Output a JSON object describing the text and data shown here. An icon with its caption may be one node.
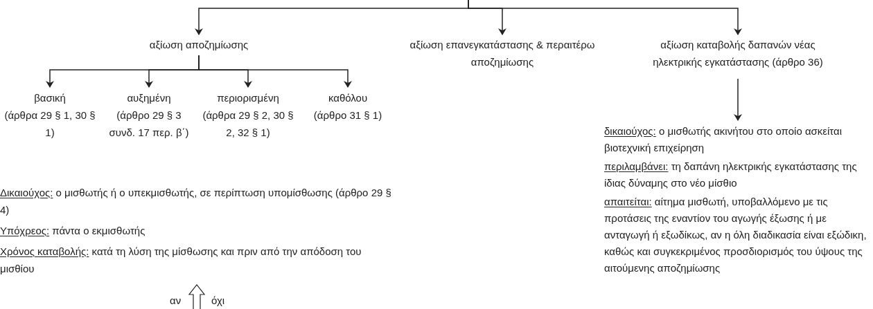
{
  "diagram": {
    "nodes": [
      {
        "text": [
          "αξίωση αποζημίωσης"
        ]
      },
      {
        "text": [
          "αξίωση επανεγκατάστασης & περαιτέρω αποζημίωσης"
        ]
      },
      {
        "text": [
          "αξίωση καταβολής δαπανών νέας ηλεκτρικής εγκατάστασης (άρθρο 36)"
        ]
      },
      {
        "text": [
          "βασική",
          "(άρθρα 29 § 1, 30 § 1)"
        ]
      },
      {
        "text": [
          "αυξημένη",
          "(άρθρο 29 § 3 συνδ. 17 περ. β΄)"
        ]
      },
      {
        "text": [
          "περιορισμένη",
          "(άρθρα 29 § 2, 30 § 2, 32 § 1)"
        ]
      },
      {
        "text": [
          "καθόλου",
          "(άρθρο 31 § 1)"
        ]
      },
      {
        "text": [
          "Δικαιούχος:",
          "ο μισθωτής ή ο υπεκμισθωτής, σε περίπτωση υπομίσθωσης (άρθρο 29 § 4)",
          "Υπόχρεος:",
          "πάντα ο εκμισθωτής",
          "Χρόνος καταβολής:",
          "κατά τη λύση της μίσθωσης και πριν από την απόδοση του μισθίου"
        ]
      },
      {
        "text": [
          "δικαιούχος:",
          "ο μισθωτής ακινήτου στο οποίο ασκείται βιοτεχνική επιχείρηση",
          "περιλαμβάνει:",
          "τη δαπάνη ηλεκτρικής εγκατάστασης της ίδιας δύναμης στο νέο μίσθιο",
          "απαιτείται:",
          "αίτημα μισθωτή, υποβαλλόμενο με τις προτάσεις της εναντίον του αγωγής έξωσης ή με ανταγωγή ή εξωδίκως, αν η όλη διαδικασία είναι εξώδικη, καθώς και συγκεκριμένος προσδιορισμός του ύψους της αιτούμενης αποζημίωσης"
        ]
      }
    ],
    "edges": [
      {
        "from": null,
        "to": 0,
        "arrow": "to"
      },
      {
        "from": null,
        "to": 1,
        "arrow": "to"
      },
      {
        "from": null,
        "to": 2,
        "arrow": "to"
      },
      {
        "from": 0,
        "to": 3,
        "arrow": "to"
      },
      {
        "from": 0,
        "to": 4,
        "arrow": "to"
      },
      {
        "from": 0,
        "to": 5,
        "arrow": "to"
      },
      {
        "from": 0,
        "to": 6,
        "arrow": "to"
      },
      {
        "from": 2,
        "to": 8,
        "arrow": "to"
      },
      {
        "from": null,
        "to": 7,
        "arrow": "to",
        "style": "thick"
      }
    ],
    "labels": [
      "αν",
      "όχι"
    ]
  }
}
